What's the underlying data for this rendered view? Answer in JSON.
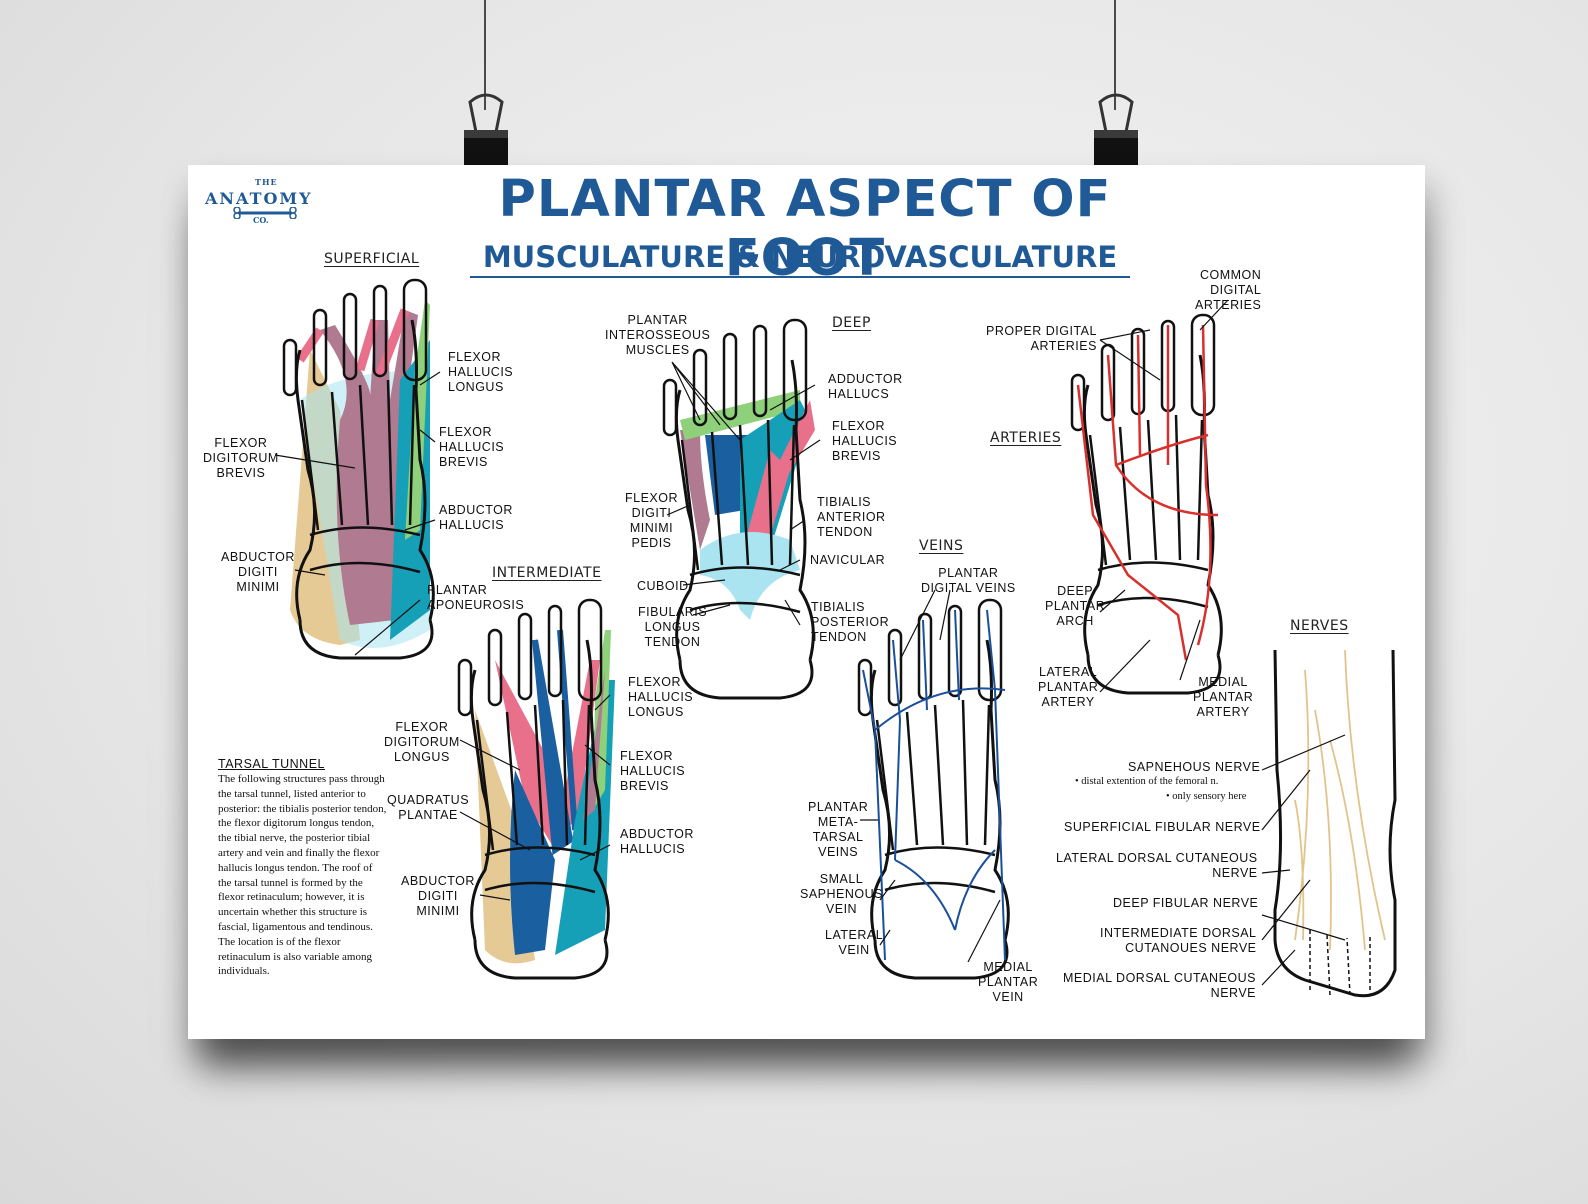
{
  "poster": {
    "logo": {
      "the": "THE",
      "word": "ANATOMY",
      "co": "CO."
    },
    "title": "PLANTAR ASPECT OF FOOT",
    "subtitle": "MUSCULATURE & NEUROVASCULATURE",
    "colors": {
      "title_blue": "#1f5a96",
      "pink": "#e8708a",
      "mauve": "#b07a90",
      "teal": "#16a0b8",
      "blue": "#1a5fa0",
      "green": "#8fd07a",
      "tan": "#e2c48a",
      "light_cyan": "#a9e4f0",
      "artery_red": "#d8302c",
      "vein_blue": "#1a4f9a"
    },
    "sections": {
      "superficial": "SUPERFICIAL",
      "intermediate": "INTERMEDIATE",
      "deep": "DEEP",
      "veins": "VEINS",
      "arteries": "ARTERIES",
      "nerves": "NERVES"
    },
    "labels": {
      "sup_fhl": "FLEXOR\nHALLUCIS\nLONGUS",
      "sup_fdb": "FLEXOR\nDIGITORUM\nBREVIS",
      "sup_fhb": "FLEXOR\nHALLUCIS\nBREVIS",
      "sup_ah": "ABDUCTOR\nHALLUCIS",
      "sup_adm": "ABDUCTOR\nDIGITI\nMINIMI",
      "sup_pa": "PLANTAR\nAPONEUROSIS",
      "int_fdl": "FLEXOR\nDIGITORUM\nLONGUS",
      "int_fhl": "FLEXOR\nHALLUCIS\nLONGUS",
      "int_fhb": "FLEXOR\nHALLUCIS\nBREVIS",
      "int_qp": "QUADRATUS\nPLANTAE",
      "int_ah": "ABDUCTOR\nHALLUCIS",
      "int_adm": "ABDUCTOR\nDIGITI\nMINIMI",
      "deep_pim": "PLANTAR\nINTEROSSEOUS\nMUSCLES",
      "deep_add": "ADDUCTOR\nHALLUCS",
      "deep_fhb": "FLEXOR\nHALLUCIS\nBREVIS",
      "deep_fdmp": "FLEXOR\nDIGITI\nMINIMI\nPEDIS",
      "deep_tat": "TIBIALIS\nANTERIOR\nTENDON",
      "deep_nav": "NAVICULAR",
      "deep_cub": "CUBOID",
      "deep_flt": "FIBULARIS\nLONGUS\nTENDON",
      "deep_tpt": "TIBIALIS\nPOSTERIOR\nTENDON",
      "veins_pdv": "PLANTAR\nDIGITAL VEINS",
      "veins_pmv": "PLANTAR\nMETA-\nTARSAL\nVEINS",
      "veins_ssv": "SMALL\nSAPHENOUS\nVEIN",
      "veins_lv": "LATERAL\nVEIN",
      "veins_mpv": "MEDIAL\nPLANTAR\nVEIN",
      "art_cda": "COMMON\nDIGITAL\nARTERIES",
      "art_pda": "PROPER DIGITAL\nARTERIES",
      "art_dpa": "DEEP\nPLANTAR\nARCH",
      "art_lpa": "LATERAL\nPLANTAR\nARTERY",
      "art_mpa": "MEDIAL\nPLANTAR\nARTERY",
      "nerve_sap": "SAPNEHOUS NERVE",
      "nerve_sap_note1": "• distal extention of the femoral n.",
      "nerve_sap_note2": "• only sensory here",
      "nerve_sfn": "SUPERFICIAL FIBULAR NERVE",
      "nerve_ldcn": "LATERAL DORSAL CUTANEOUS\nNERVE",
      "nerve_dfn": "DEEP FIBULAR NERVE",
      "nerve_idcn": "INTERMEDIATE DORSAL\nCUTANOUES NERVE",
      "nerve_mdcn": "MEDIAL DORSAL CUTANEOUS\nNERVE"
    },
    "tarsal_tunnel": {
      "title": "TARSAL TUNNEL",
      "body": "The following structures pass through the tarsal tunnel, listed anterior to posterior: the tibialis posterior tendon, the flexor digitorum longus tendon, the tibial nerve, the posterior tibial artery and vein and finally the flexor hallucis longus tendon. The roof of the tarsal tunnel is formed by the flexor retinaculum; however, it is uncertain whether this structure is fascial, ligamentous and tendinous.  The location is of the flexor retinaculum is also variable among individuals."
    }
  }
}
